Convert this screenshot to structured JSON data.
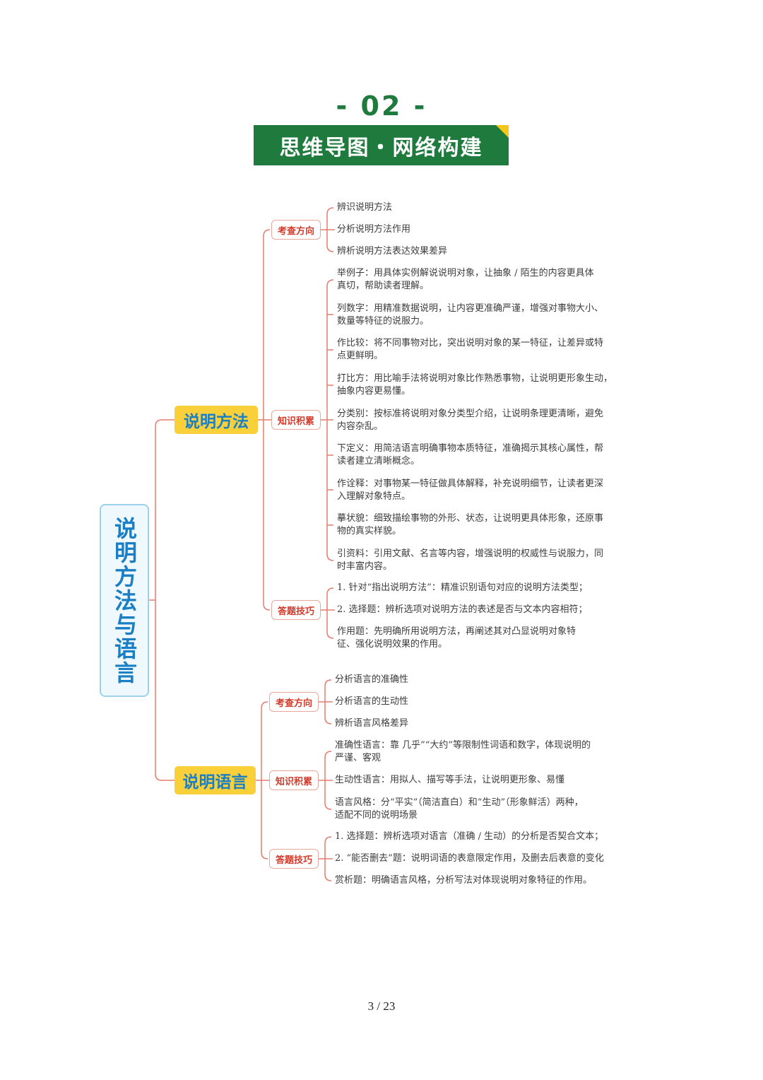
{
  "section_number": "- 02 -",
  "banner_title": "思维导图・网络构建",
  "root_title": "说明方法与语言",
  "colors": {
    "banner_green": "#1f7a3d",
    "accent_yellow": "#f9cf3a",
    "label_blue": "#1a7fc4",
    "connector_red": "#e57b6c",
    "category_red": "#d23a2a"
  },
  "branches": [
    {
      "title": "说明方法",
      "groups": [
        {
          "label": "考查方向",
          "items": [
            [
              "辨识说明方法"
            ],
            [
              "分析说明方法作用"
            ],
            [
              "辨析说明方法表达效果差异"
            ]
          ]
        },
        {
          "label": "知识积累",
          "items": [
            [
              "举例子：用具体实例解说说明对象，让抽象 / 陌生的内容更具体",
              "真切，帮助读者理解。"
            ],
            [
              "列数字：用精准数据说明，让内容更准确严谨，增强对事物大小、",
              "数量等特征的说服力。"
            ],
            [
              "作比较：将不同事物对比，突出说明对象的某一特征，让差异或特",
              "点更鲜明。"
            ],
            [
              "打比方：用比喻手法将说明对象比作熟悉事物，让说明更形象生动，",
              "抽象内容更易懂。"
            ],
            [
              "分类别：按标准将说明对象分类型介绍，让说明条理更清晰，避免",
              "内容杂乱。"
            ],
            [
              "下定义：用简洁语言明确事物本质特征，准确揭示其核心属性，帮",
              "读者建立清晰概念。"
            ],
            [
              "作诠释：对事物某一特征做具体解释，补充说明细节，让读者更深",
              "入理解对象特点。"
            ],
            [
              "摹状貌：细致描绘事物的外形、状态，让说明更具体形象，还原事",
              "物的真实样貌。"
            ],
            [
              "引资料：引用文献、名言等内容，增强说明的权威性与说服力，同",
              "时丰富内容。"
            ]
          ]
        },
        {
          "label": "答题技巧",
          "items": [
            [
              "1. 针对“指出说明方法”：精准识别语句对应的说明方法类型；"
            ],
            [
              "2. 选择题：辨析选项对说明方法的表述是否与文本内容相符；"
            ],
            [
              "作用题：先明确所用说明方法，再阐述其对凸显说明对象特",
              "征、强化说明效果的作用。"
            ]
          ]
        }
      ]
    },
    {
      "title": "说明语言",
      "groups": [
        {
          "label": "考查方向",
          "items": [
            [
              "分析语言的准确性"
            ],
            [
              "分析语言的生动性"
            ],
            [
              "辨析语言风格差异"
            ]
          ]
        },
        {
          "label": "知识积累",
          "items": [
            [
              "准确性语言：靠 几乎”“大约”等限制性词语和数字，体现说明的",
              "严谨、客观"
            ],
            [
              "生动性语言：用拟人、描写等手法，让说明更形象、易懂"
            ],
            [
              "语言风格：分“平实”（简洁直白）和“生动”（形象鲜活）两种，",
              "适配不同的说明场景"
            ]
          ]
        },
        {
          "label": "答题技巧",
          "items": [
            [
              "1. 选择题：辨析选项对语言（准确 / 生动）的分析是否契合文本；"
            ],
            [
              "2. “能否删去”题：说明词语的表意限定作用，及删去后表意的变化"
            ],
            [
              "赏析题：明确语言风格，分析写法对体现说明对象特征的作用。"
            ]
          ]
        }
      ]
    }
  ],
  "page_number": "3 / 23"
}
